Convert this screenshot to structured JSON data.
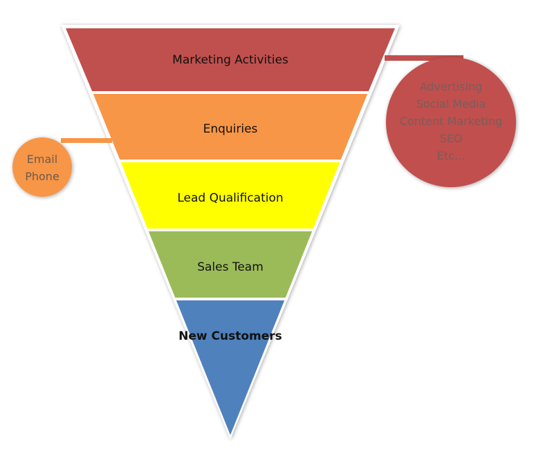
{
  "funnel": {
    "layers": [
      {
        "label": "Marketing Activities",
        "color": "#c0504d"
      },
      {
        "label": "Enquiries",
        "color": "#f79646"
      },
      {
        "label": "Lead Qualification",
        "color": "#ffff00"
      },
      {
        "label": "Sales Team",
        "color": "#9bbb59"
      },
      {
        "label": "New Customers",
        "color": "#4f81bd"
      }
    ],
    "border_color": "#ffffff"
  },
  "callouts": {
    "right": {
      "items": [
        "Advertising",
        "Social Media",
        "Content Marketing",
        "SEO",
        "Etc..."
      ],
      "color": "#c0504d",
      "text_color": "#7a5d5c"
    },
    "left": {
      "items": [
        "Email",
        "Phone"
      ],
      "color": "#f79646",
      "text_color": "#6e5a4a"
    }
  }
}
